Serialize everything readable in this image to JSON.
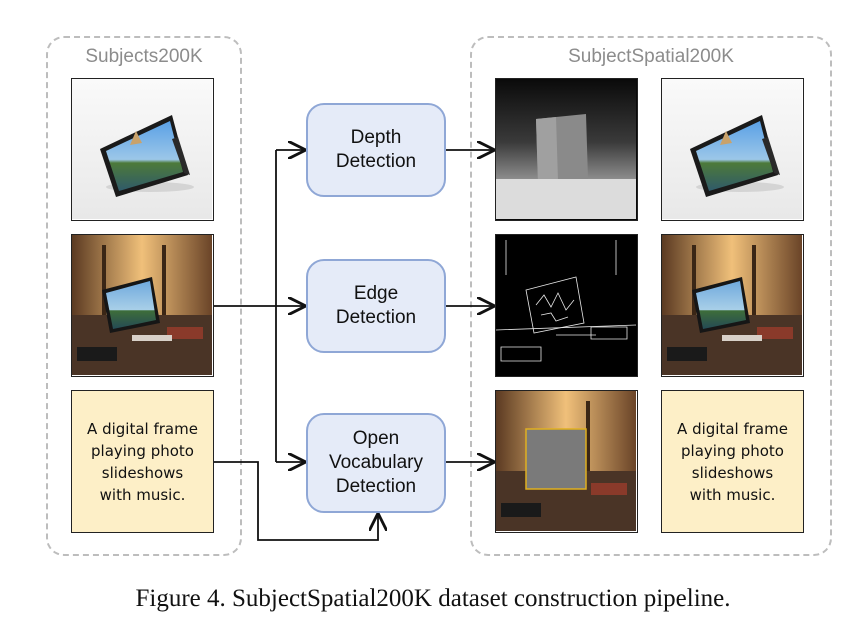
{
  "groups": {
    "left_title": "Subjects200K",
    "right_title": "SubjectSpatial200K"
  },
  "processes": [
    {
      "label": "Depth\nDetection"
    },
    {
      "label": "Edge\nDetection"
    },
    {
      "label": "Open\nVocabulary\nDetection"
    }
  ],
  "inputs": {
    "caption_text": "A digital frame\nplaying photo\nslideshows\nwith music."
  },
  "outputs": {
    "caption_text": "A digital frame\nplaying photo\nslideshows\nwith music."
  },
  "figure_caption": "Figure 4. SubjectSpatial200K dataset construction pipeline."
}
